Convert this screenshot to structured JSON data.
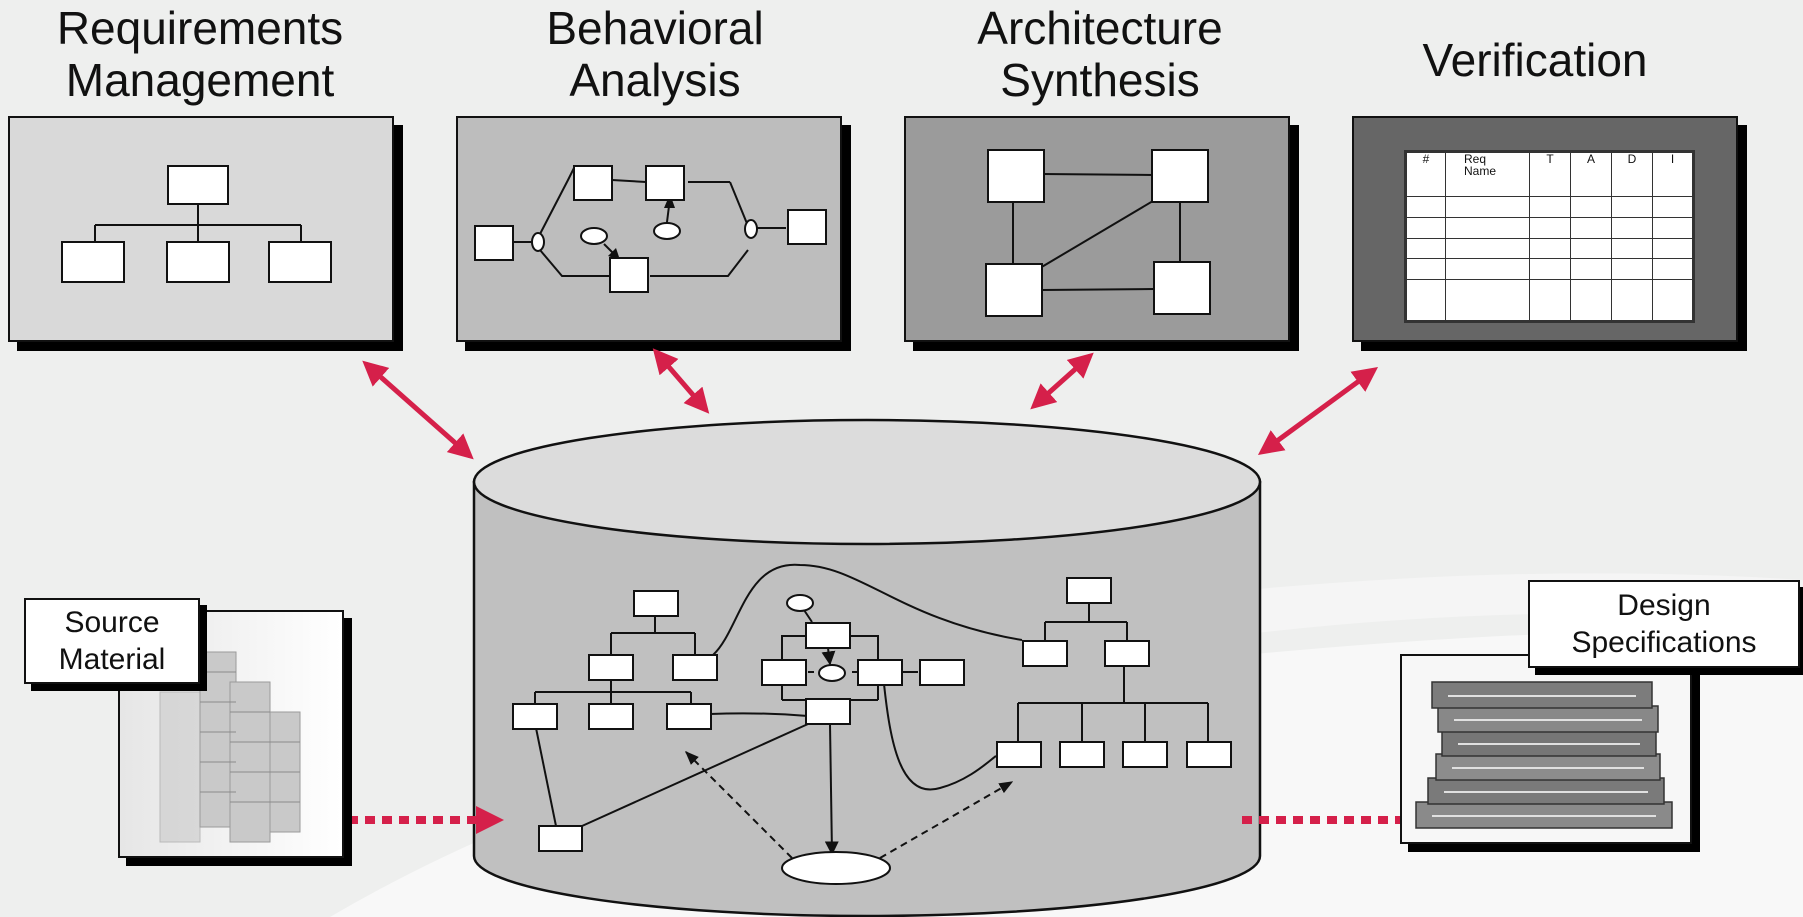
{
  "headings": {
    "requirements": "Requirements\nManagement",
    "behavioral": "Behavioral\nAnalysis",
    "architecture": "Architecture\nSynthesis",
    "verification": "Verification"
  },
  "labels": {
    "source": "Source\nMaterial",
    "design": "Design\nSpecifications"
  },
  "verification_table": {
    "columns": [
      "#",
      "Req\nName",
      "T",
      "A",
      "D",
      "I"
    ]
  },
  "colors": {
    "arrow": "#d5204a",
    "panel_requirements": "#d9d9d9",
    "panel_behavioral": "#bdbdbd",
    "panel_architecture": "#9b9b9b",
    "panel_verification": "#666666",
    "cylinder": "#c0c0c0"
  }
}
